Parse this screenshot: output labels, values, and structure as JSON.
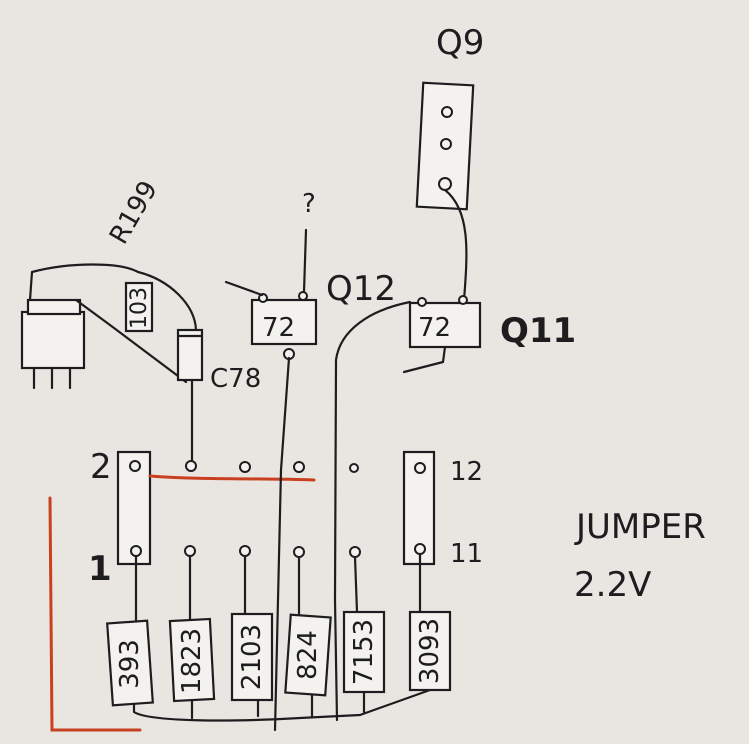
{
  "transistors": {
    "q9": {
      "label": "Q9"
    },
    "q12": {
      "label": "Q12",
      "marking": "72",
      "note": "?"
    },
    "q11": {
      "label": "Q11",
      "marking": "72"
    }
  },
  "resistor_r199": {
    "label": "R199",
    "marking": "103"
  },
  "capacitor_c78": {
    "label": "C78"
  },
  "header": {
    "pin_2": "2",
    "pin_1": "1",
    "pin_12": "12",
    "pin_11": "11"
  },
  "resistors": [
    {
      "marking": "393"
    },
    {
      "marking": "1823"
    },
    {
      "marking": "2103"
    },
    {
      "marking": "824"
    },
    {
      "marking": "7153"
    },
    {
      "marking": "3093"
    }
  ],
  "jumper_note": {
    "line1": "JUMPER",
    "line2": "2.2V"
  },
  "colors": {
    "ink": "#1d1d1f",
    "paper": "#e9e6e1",
    "jumper_wire": "#c8401f"
  }
}
